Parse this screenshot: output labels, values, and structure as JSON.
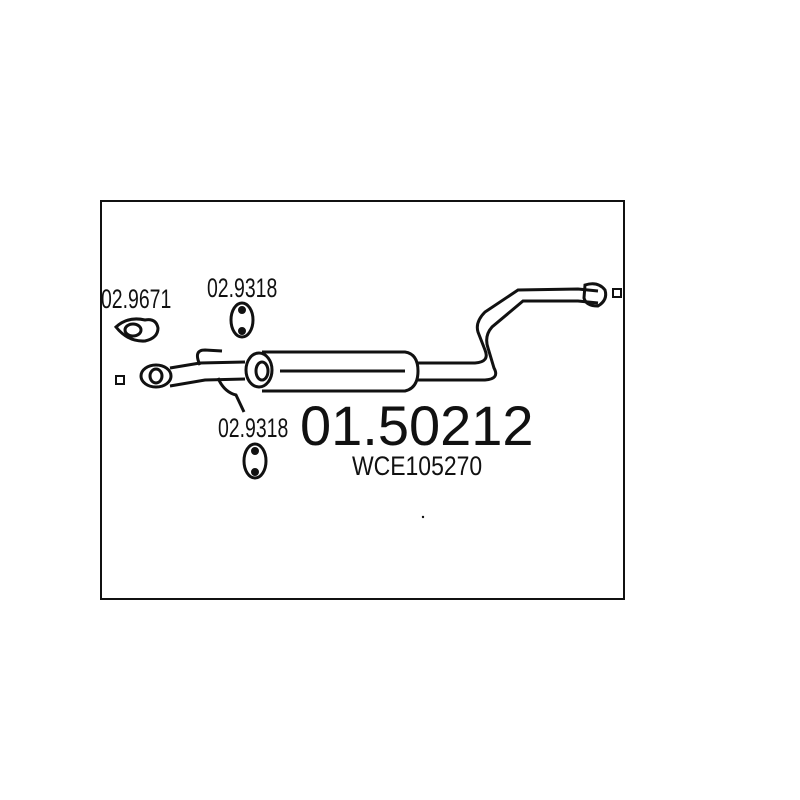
{
  "part_number": "01.50212",
  "oe_reference": "WCE105270",
  "components": [
    {
      "label": "02.9671",
      "icon": "flange-gasket-icon"
    },
    {
      "label": "02.9318",
      "icon": "rubber-hanger-icon"
    },
    {
      "label": "02.9318",
      "icon": "rubber-hanger-icon"
    }
  ],
  "colors": {
    "line": "#111111",
    "background": "#ffffff"
  }
}
